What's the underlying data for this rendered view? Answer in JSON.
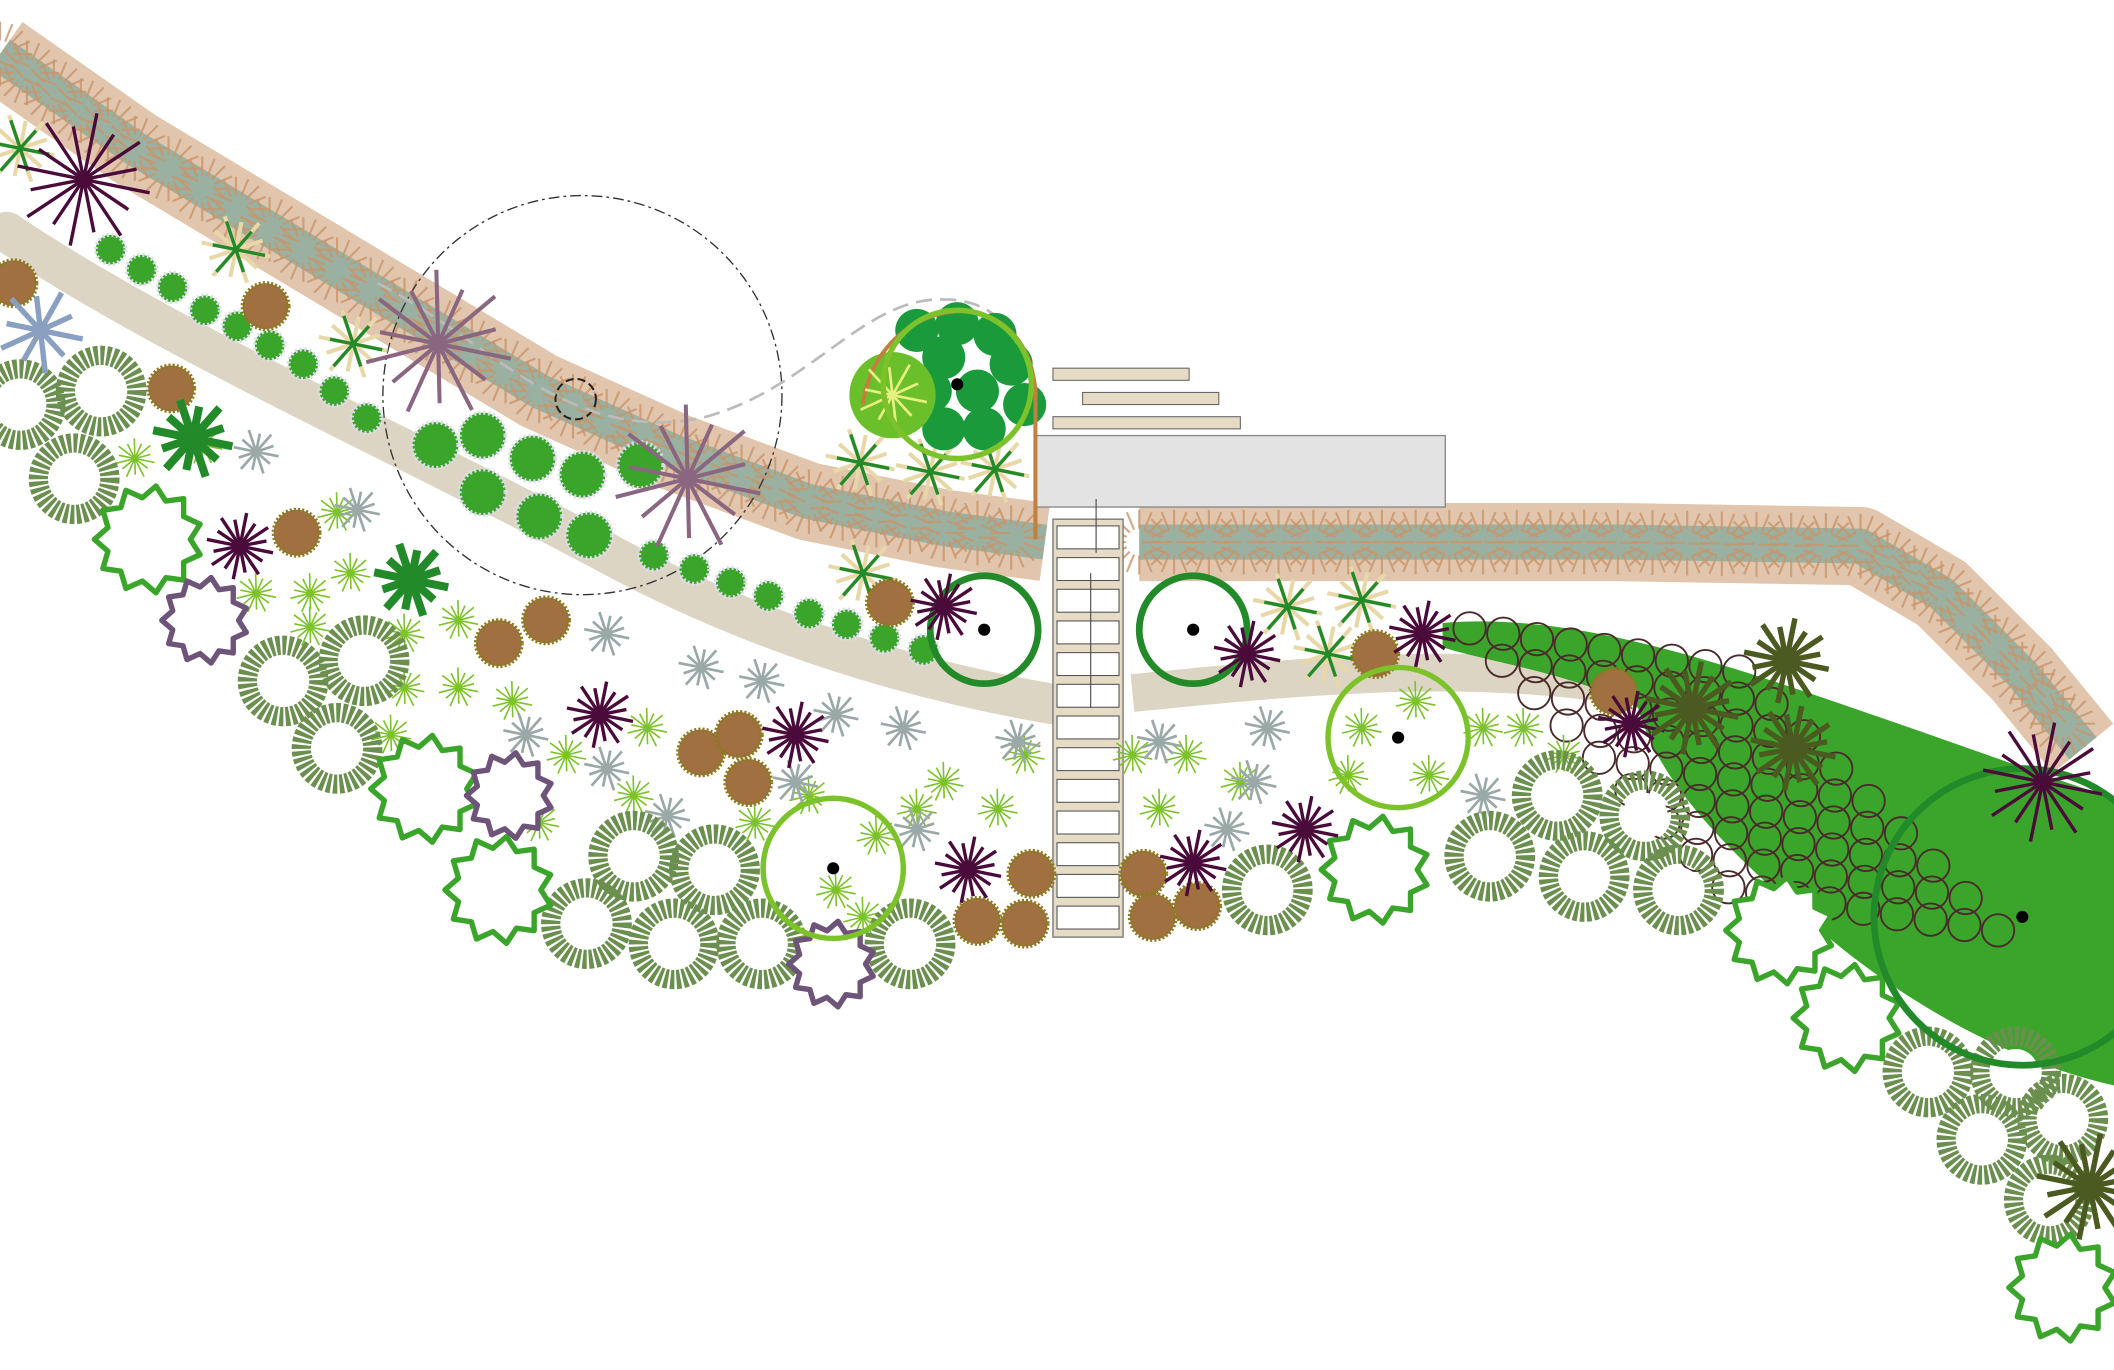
{
  "plan": {
    "colors": {
      "path": "#ddd5c3",
      "hedge_spikes": "#c8956a",
      "hedge_core": "#9ab0a0",
      "house_roof": "#e3e3e3",
      "deck_board": "#e6dcc6",
      "dark_purple_star": "#4a0a3a",
      "mauve_star": "#8a6680",
      "olive_ring": "#6b8f4f",
      "bright_green": "#3aa52a",
      "lime": "#7cc22a",
      "dark_green": "#238a2a",
      "tree_green": "#1a9a3a",
      "brown_shrub": "#a07040",
      "purple_ring": "#6e5478",
      "olive_star": "#4a5a20",
      "grey_star": "#9aa8a8",
      "blue_grass": "#8aa0c0"
    },
    "symbols": [
      "hedge-band",
      "garden-path",
      "stairs",
      "house-roof",
      "deck-boards",
      "tree-canopy",
      "dashed-canopy-circle",
      "spiky-star-plant",
      "ring-burst-shrub",
      "wavy-ring-shrub",
      "brown-round-shrub",
      "dotted-green-shrub",
      "lime-starburst",
      "groundcover-mass"
    ]
  }
}
